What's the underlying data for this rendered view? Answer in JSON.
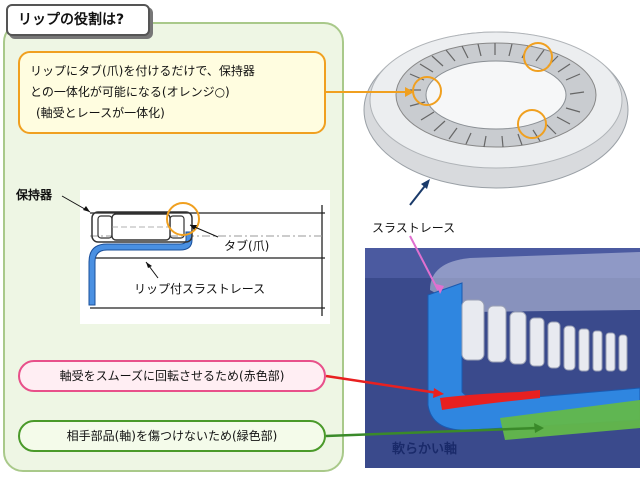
{
  "title": "リップの役割は?",
  "callout_tab": {
    "line1": "リップにタブ(爪)を付けるだけで、保持器",
    "line2": "との一体化が可能になる(オレンジ○)",
    "line3": "(軸受とレースが一体化)"
  },
  "labels": {
    "cage": "保持器",
    "tab": "タブ(爪)",
    "lipped_race": "リップ付スラストレース",
    "thrust_race": "スラストレース",
    "soft_shaft": "軟らかい軸"
  },
  "callout_red": "軸受をスムーズに回転させるため(赤色部)",
  "callout_green": "相手部品(軸)を傷つけないため(緑色部)",
  "colors": {
    "orange": "#f0a020",
    "red": "#e82020",
    "green": "#3a9a2a",
    "pink": "#e8508a",
    "blue_race": "#2f86e0"
  }
}
